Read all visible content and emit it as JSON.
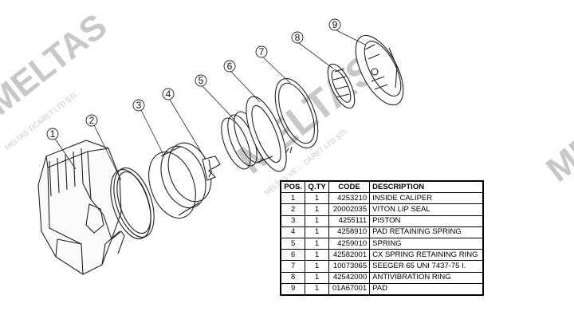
{
  "watermark": {
    "brand": "MELTAS",
    "tagline_left": "MELTAS TİCARET LTD.ŞTİ.",
    "tagline_mid": "MELTAS VE ... CARET LTD.ŞTİ.",
    "tagline_right": "MELTAS"
  },
  "callouts": [
    "1",
    "2",
    "3",
    "4",
    "5",
    "6",
    "7",
    "8",
    "9"
  ],
  "table": {
    "headers": {
      "pos": "POS.",
      "qty": "Q.TY",
      "code": "CODE",
      "description": "DESCRIPTION"
    },
    "rows": [
      {
        "pos": "1",
        "qty": "1",
        "code": "4253210",
        "description": "INSIDE CALIPER"
      },
      {
        "pos": "2",
        "qty": "1",
        "code": "20002035",
        "description": "VITON LIP SEAL"
      },
      {
        "pos": "3",
        "qty": "1",
        "code": "4255111",
        "description": "PISTON"
      },
      {
        "pos": "4",
        "qty": "1",
        "code": "4258910",
        "description": "PAD RETAINING SPRING"
      },
      {
        "pos": "5",
        "qty": "1",
        "code": "4259010",
        "description": "SPRING"
      },
      {
        "pos": "6",
        "qty": "1",
        "code": "42582001",
        "description": "CX SPRING RETAINING RING"
      },
      {
        "pos": "7",
        "qty": "1",
        "code": "10073065",
        "description": "SEEGER 65 UNI 7437-75 I."
      },
      {
        "pos": "8",
        "qty": "1",
        "code": "42542000",
        "description": "ANTIVIBRATION RING"
      },
      {
        "pos": "9",
        "qty": "1",
        "code": "01A67001",
        "description": "PAD"
      }
    ]
  }
}
